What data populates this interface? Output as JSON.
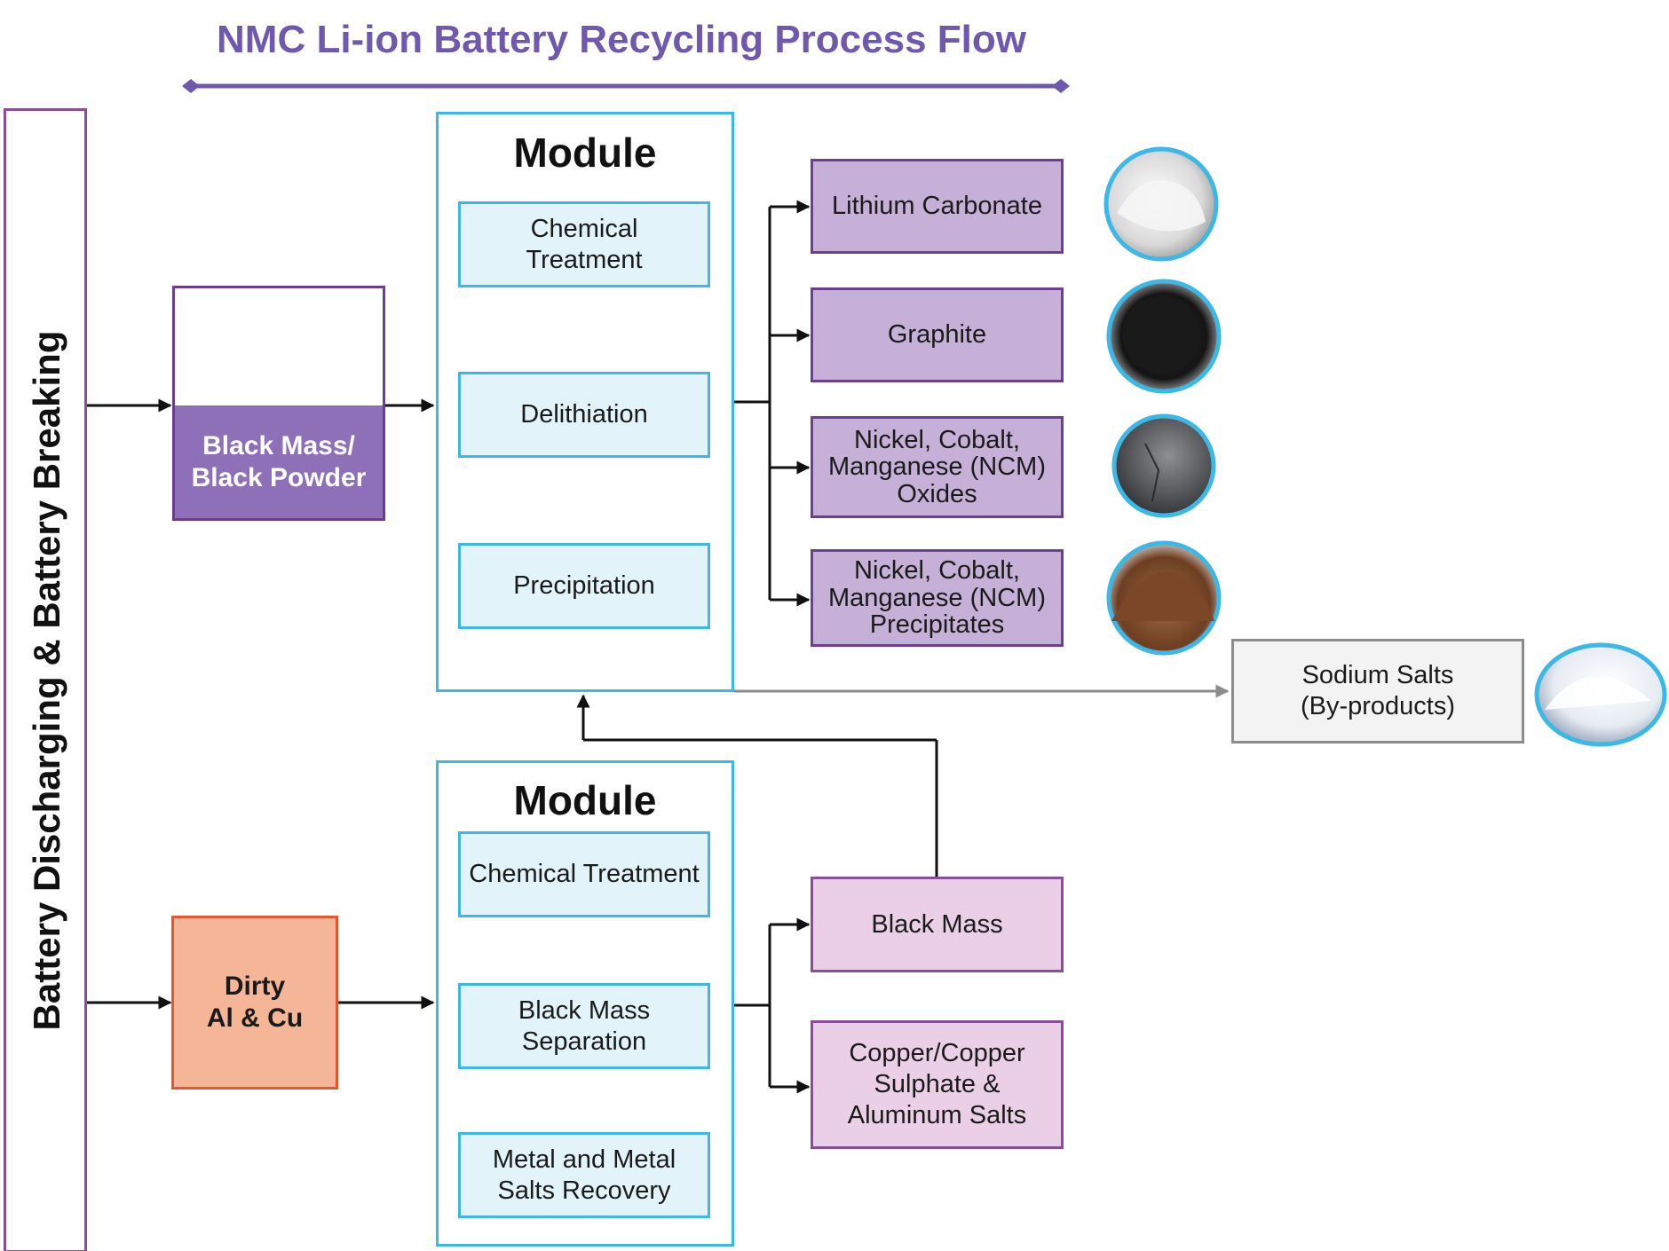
{
  "title": "NMC Li-ion Battery Recycling Process Flow",
  "side_label": "Battery Discharging & Battery Breaking",
  "inputs": {
    "black_mass_line1": "Black Mass/",
    "black_mass_line2": "Black Powder",
    "dirty_line1": "Dirty",
    "dirty_line2": "Al & Cu"
  },
  "module_top": {
    "title": "Module",
    "steps": [
      {
        "line1": "Chemical",
        "line2": "Treatment"
      },
      {
        "line1": "Delithiation",
        "line2": ""
      },
      {
        "line1": "Precipitation",
        "line2": ""
      }
    ]
  },
  "module_bottom": {
    "title": "Module",
    "steps": [
      {
        "line1": "Chemical Treatment",
        "line2": ""
      },
      {
        "line1": "Black Mass",
        "line2": "Separation"
      },
      {
        "line1": "Metal and Metal",
        "line2": "Salts Recovery"
      }
    ]
  },
  "outputs_top": [
    {
      "line1": "Lithium Carbonate",
      "line2": "",
      "line3": ""
    },
    {
      "line1": "Graphite",
      "line2": "",
      "line3": ""
    },
    {
      "line1": "Nickel, Cobalt,",
      "line2": "Manganese (NCM)",
      "line3": "Oxides"
    },
    {
      "line1": "Nickel, Cobalt,",
      "line2": "Manganese (NCM)",
      "line3": "Precipitates"
    }
  ],
  "outputs_bottom": [
    {
      "line1": "Black Mass",
      "line2": "",
      "line3": ""
    },
    {
      "line1": "Copper/Copper",
      "line2": "Sulphate &",
      "line3": "Aluminum Salts"
    }
  ],
  "byproduct": {
    "line1": "Sodium Salts",
    "line2": "(By-products)"
  },
  "colors": {
    "title": "#6f58ad",
    "step_border": "#3bb8e6",
    "step_fill": "#e3f3fa",
    "output_dark_fill": "#c6b0d8",
    "output_light_fill": "#ebcfe7",
    "black_mass_label": "#8e70b8",
    "dirty_fill": "#f4b697",
    "dirty_border": "#e2572c",
    "byproduct_border": "#8c8c8c"
  },
  "icons": [
    "black-powder-pile-icon",
    "lithium-carbonate-sample-icon",
    "graphite-sample-icon",
    "ncm-oxides-sample-icon",
    "ncm-precipitates-sample-icon",
    "sodium-salts-sample-icon"
  ]
}
